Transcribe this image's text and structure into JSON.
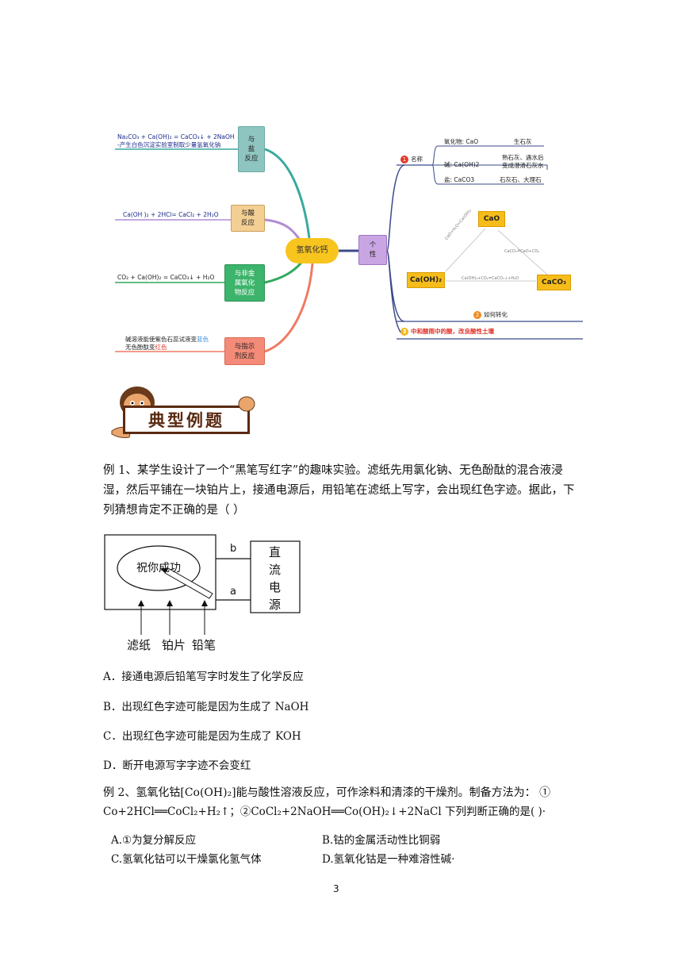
{
  "mindmap": {
    "center": "氢氧化钙",
    "left_nodes": {
      "salt": {
        "label": "与\n盐\n反应",
        "equation": "Na₂CO₃ + Ca(OH)₂ = CaCO₃↓ + 2NaOH",
        "note": "-产生白色沉淀实验室制取少量氢氧化钠"
      },
      "acid": {
        "label": "与酸\n反应",
        "equation": "Ca(OH )₂ + 2HCl=  CaCl₂ +  2H₂O"
      },
      "oxide": {
        "label": "与非金\n属氧化\n物反应",
        "equation": "CO₂ + Ca(OH)₂  =  CaCO₃↓ + H₂O"
      },
      "indicator": {
        "label": "与指示\n剂反应",
        "line1_prefix": "碱溶液能使紫色石蕊试液变",
        "line1_color": "蓝色",
        "line2_prefix": "无色酚酞变",
        "line2_color": "红色"
      }
    },
    "right": {
      "ge_label": "个\n性",
      "names_num": "1",
      "names_title": "名称",
      "names": [
        {
          "kind": "氧化物: CaO",
          "common": "生石灰"
        },
        {
          "kind": "碱: Ca(OH)2",
          "common": "熟石灰、遇水后\n变成澄清石灰水"
        },
        {
          "kind": "盐: CaCO3",
          "common": "石灰石、大理石"
        }
      ],
      "cao": "CaO",
      "caoh2": "Ca(OH)₂",
      "caco3": "CaCO₃",
      "reaction_small_1": "CaO+H₂O=Ca(OH)₂",
      "reaction_small_2": "CaCO₃≜CaO+CO₂",
      "reaction_small_3": "Ca(OH)₂+CO₂=CaCO₃↓+H₂O",
      "convert_num": "2",
      "convert_title": "如何转化",
      "use_num": "3",
      "use_title": "中和酸雨中的酸，改良酸性土壤"
    },
    "colors": {
      "teal": "#3aa9a0",
      "purple": "#b18bd5",
      "green": "#2fa95e",
      "red": "#ef7a64",
      "center_line": "#3b4a8a",
      "right_line": "#3b4a8a"
    }
  },
  "banner": {
    "text": "典型例题"
  },
  "example1": {
    "text": "例 1、某学生设计了一个“黑笔写红字”的趣味实验。滤纸先用氯化钠、无色酚酞的混合液浸湿，然后平铺在一块铂片上，接通电源后，用铅笔在滤纸上写字，会出现红色字迹。据此，下列猜想肯定不正确的是（   ）",
    "apparatus": {
      "ellipse_text": "祝你成功",
      "label_b": "b",
      "label_a": "a",
      "power_1": "直",
      "power_2": "流",
      "power_3": "电",
      "power_4": "源",
      "label_filter": "滤纸",
      "label_plate": "铂片",
      "label_pencil": "铅笔"
    },
    "options": [
      "A．接通电源后铅笔写字时发生了化学反应",
      "B．出现红色字迹可能是因为生成了 NaOH",
      "C．出现红色字迹可能是因为生成了 KOH",
      "D．断开电源写字字迹不会变红"
    ]
  },
  "example2": {
    "line1": "例 2、氢氧化钴[Co(OH)₂]能与酸性溶液反应，可作涂料和清漆的干燥剂。制备方法为：  ①",
    "line2": "Co+2HCl══CoCl₂+H₂↑；②CoCl₂+2NaOH══Co(OH)₂↓+2NaCl 下列判断正确的是(        )·",
    "options": [
      "A.①为复分解反应",
      "B.钴的金属活动性比铜弱",
      "C.氢氧化钴可以干燥氯化氢气体",
      "D.氢氧化钴是一种难溶性碱·"
    ]
  },
  "page_number": "3"
}
